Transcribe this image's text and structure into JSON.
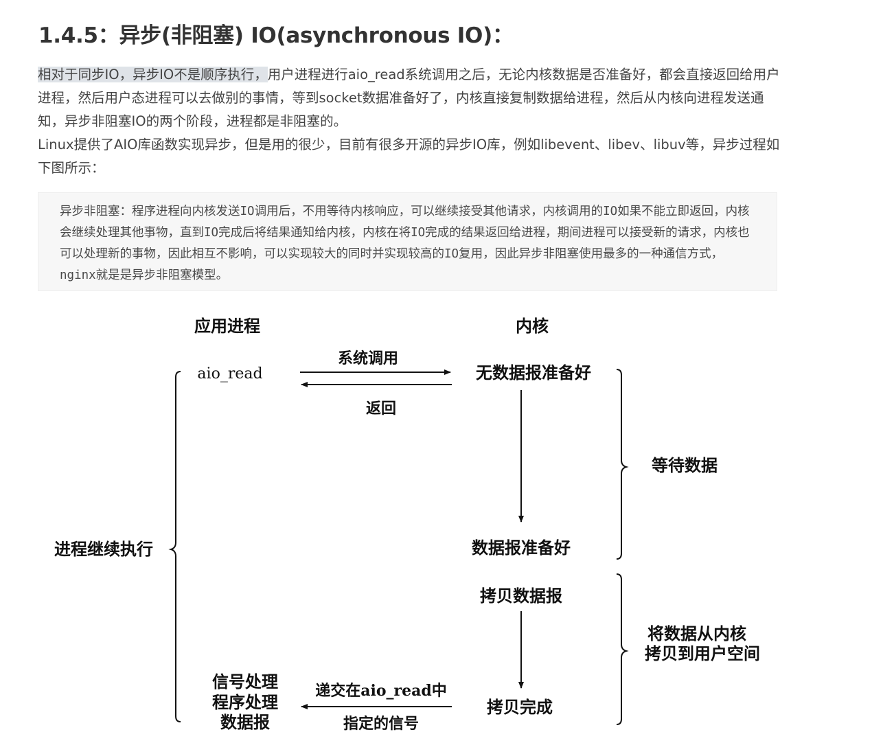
{
  "heading": "1.4.5：异步(非阻塞) IO(asynchronous IO)：",
  "paragraphs": {
    "p1_highlight": "相对于同步IO，异步IO不是顺序执行，",
    "p1_rest": "用户进程进行aio_read系统调用之后，无论内核数据是否准备好，都会直接返回给用户进程，然后用户态进程可以去做别的事情，等到socket数据准备好了，内核直接复制数据给进程，然后从内核向进程发送通知，异步非阻塞IO的两个阶段，进程都是非阻塞的。",
    "p2": "Linux提供了AIO库函数实现异步，但是用的很少，目前有很多开源的异步IO库，例如libevent、libev、libuv等，异步过程如下图所示："
  },
  "quote": "异步非阻塞：程序进程向内核发送IO调用后，不用等待内核响应，可以继续接受其他请求，内核调用的IO如果不能立即返回，内核会继续处理其他事物，直到IO完成后将结果通知给内核，内核在将IO完成的结果返回给进程，期间进程可以接受新的请求，内核也可以处理新的事物，因此相互不影响，可以实现较大的同时并实现较高的IO复用，因此异步非阻塞使用最多的一种通信方式，nginx就是是异步非阻塞模型。",
  "diagram": {
    "col_app": "应用进程",
    "col_kernel": "内核",
    "aio_read": "aio_read",
    "syscall": "系统调用",
    "return": "返回",
    "no_data": "无数据报准备好",
    "wait_data": "等待数据",
    "data_ready": "数据报准备好",
    "continue_exec": "进程继续执行",
    "copy_data": "拷贝数据报",
    "copy_to_user_1": "将数据从内核",
    "copy_to_user_2": "拷贝到用户空间",
    "copy_done": "拷贝完成",
    "signal_handler_1": "信号处理",
    "signal_handler_2": "程序处理",
    "signal_handler_3": "数据报",
    "signal_1": "递交在aio_read中",
    "signal_2": "指定的信号"
  }
}
